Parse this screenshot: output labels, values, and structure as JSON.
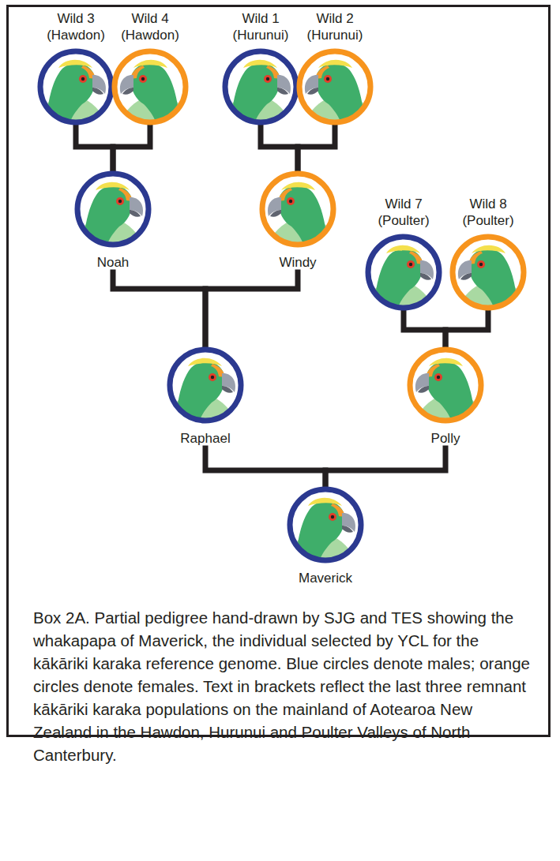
{
  "diagram": {
    "caption": "Box 2A. Partial pedigree hand-drawn by SJG and TES showing the whakapapa of Maverick, the individual selected by YCL for the kākāriki karaka reference genome. Blue circles denote males; orange circles denote females. Text in brackets reflect the last three remnant kākāriki karaka populations on the mainland of Aotearoa New Zealand in the Hawdon, Hurunui and Poulter Valleys of North Canterbury.",
    "nodes": [
      {
        "text": [
          "Wild 3",
          "(Hawdon)"
        ]
      },
      {
        "text": [
          "Wild 4",
          "(Hawdon)"
        ]
      },
      {
        "text": [
          "Wild 1",
          "(Hurunui)"
        ]
      },
      {
        "text": [
          "Wild 2",
          "(Hurunui)"
        ]
      },
      {
        "text": [
          "Noah"
        ]
      },
      {
        "text": [
          "Windy"
        ]
      },
      {
        "text": [
          "Wild 7",
          "(Poulter)"
        ]
      },
      {
        "text": [
          "Wild 8",
          "(Poulter)"
        ]
      },
      {
        "text": [
          "Raphael"
        ]
      },
      {
        "text": [
          "Polly"
        ]
      },
      {
        "text": [
          "Maverick"
        ]
      }
    ],
    "edges": [
      {
        "from": 0,
        "to": 4,
        "arrow": "none"
      },
      {
        "from": 1,
        "to": 4,
        "arrow": "none"
      },
      {
        "from": 2,
        "to": 5,
        "arrow": "none"
      },
      {
        "from": 3,
        "to": 5,
        "arrow": "none"
      },
      {
        "from": 6,
        "to": 9,
        "arrow": "none"
      },
      {
        "from": 7,
        "to": 9,
        "arrow": "none"
      },
      {
        "from": 4,
        "to": 8,
        "arrow": "none"
      },
      {
        "from": 5,
        "to": 8,
        "arrow": "none"
      },
      {
        "from": 8,
        "to": 10,
        "arrow": "none"
      },
      {
        "from": 9,
        "to": 10,
        "arrow": "none"
      }
    ]
  }
}
